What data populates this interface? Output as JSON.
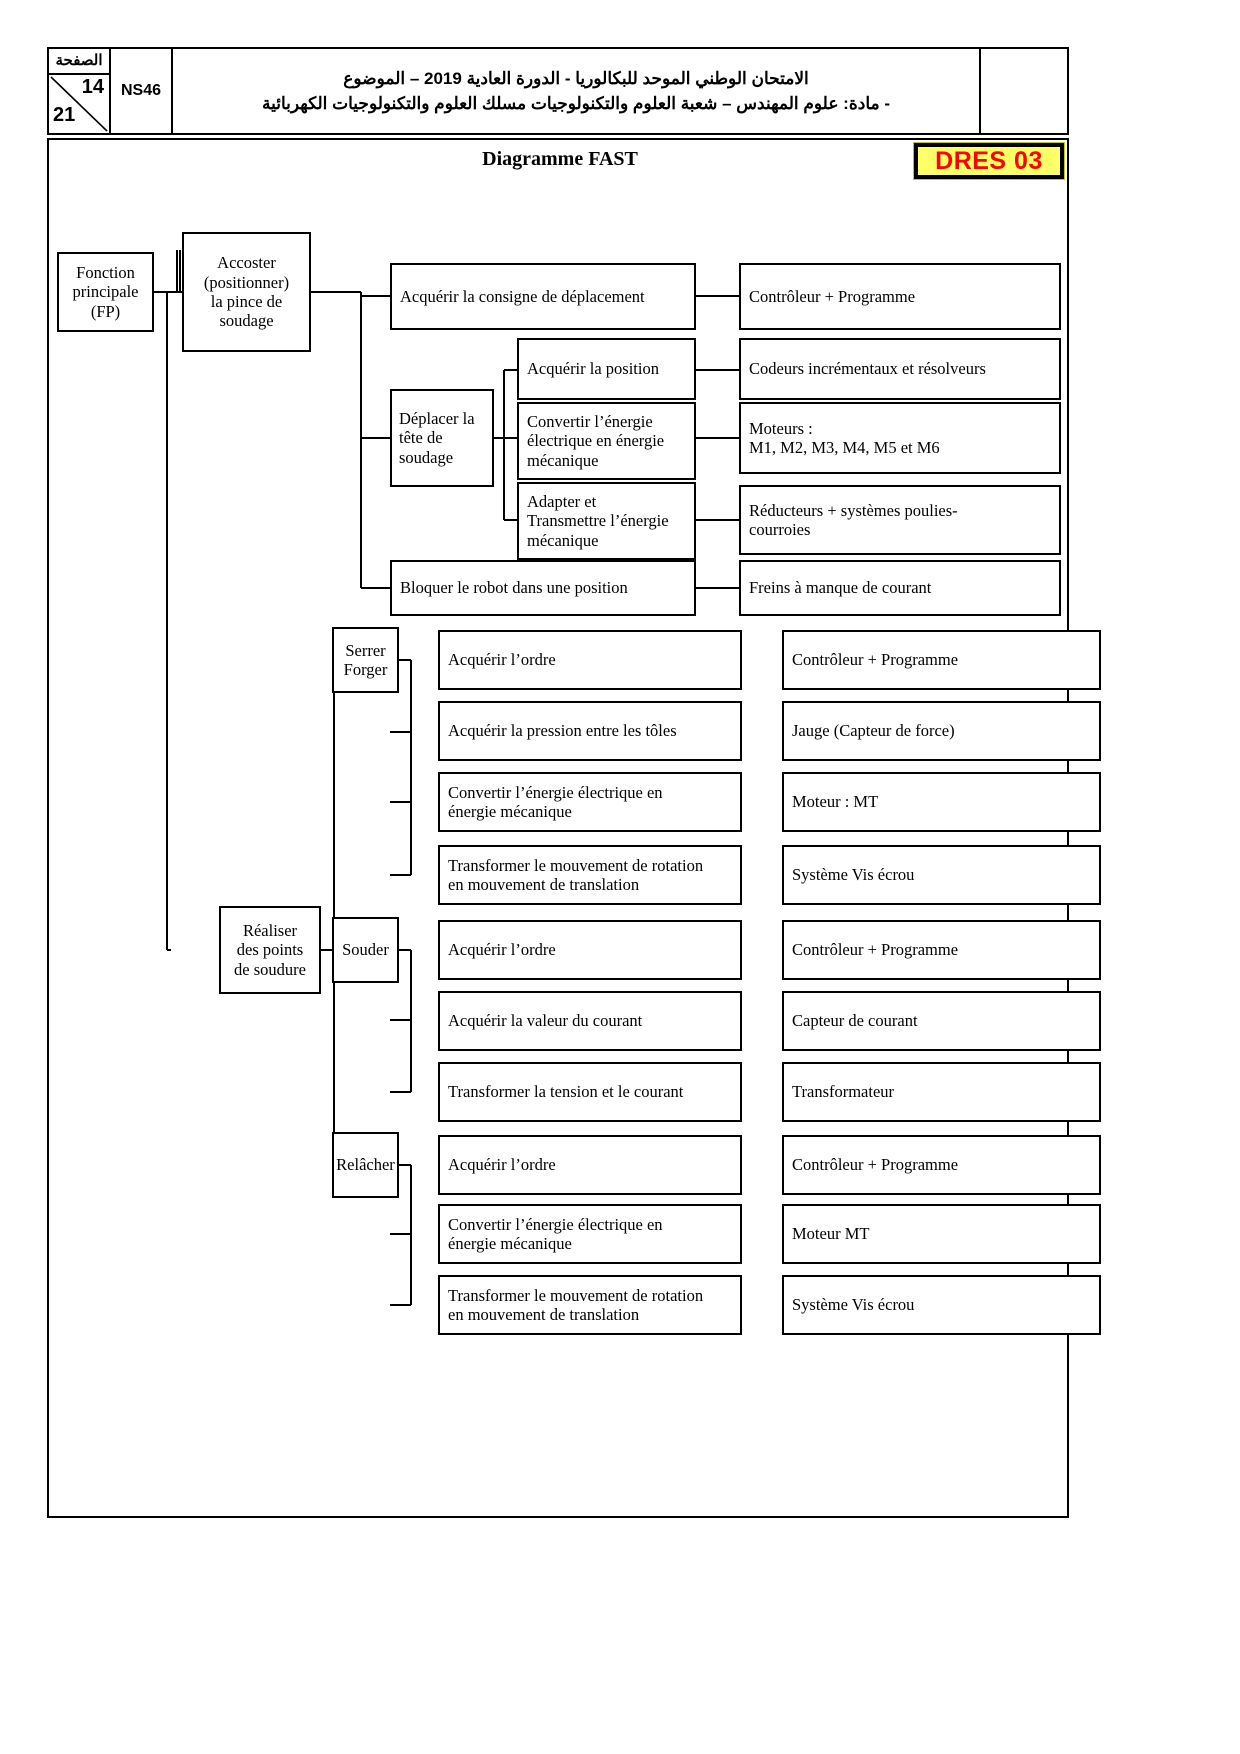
{
  "header": {
    "page_label": "الصفحة",
    "page_current": "14",
    "page_total": "21",
    "code": "NS46",
    "title_line1": "الامتحان الوطني الموحد للبكالوريا - الدورة العادية 2019 – الموضوع",
    "title_line2": "- مادة: علوم المهندس  –  شعبة العلوم والتكنولوجيات مسلك العلوم والتكنولوجيات الكهربائية"
  },
  "document": {
    "diagram_title": "Diagramme FAST",
    "badge_label": "DRES 03",
    "badge_bg": "#ffff66",
    "badge_color": "#ff0000"
  },
  "diagram": {
    "root": {
      "line1": "Fonction",
      "line2": "principale",
      "line3": "(FP)"
    },
    "branches": [
      {
        "id": "accoster",
        "label_lines": [
          "Accoster",
          "(positionner)",
          "la pince de",
          "soudage"
        ],
        "functions": [
          {
            "text_lines": [
              "Acquérir la consigne de déplacement"
            ],
            "solution_lines": [
              "Contrôleur + Programme"
            ]
          },
          {
            "text_lines": [
              "Déplacer la",
              "tête de",
              "soudage"
            ],
            "subfunctions": [
              {
                "text_lines": [
                  "Acquérir la position"
                ],
                "solution_lines": [
                  "Codeurs incrémentaux et résolveurs"
                ]
              },
              {
                "text_lines": [
                  "Convertir l’énergie",
                  "électrique en énergie",
                  "mécanique"
                ],
                "solution_lines": [
                  "Moteurs :",
                  "M1, M2, M3, M4, M5 et M6"
                ]
              },
              {
                "text_lines": [
                  "Adapter et",
                  "Transmettre l’énergie",
                  "mécanique"
                ],
                "solution_lines": [
                  "Réducteurs + systèmes poulies-",
                  "courroies"
                ]
              }
            ]
          },
          {
            "text_lines": [
              "Bloquer le robot dans une position"
            ],
            "solution_lines": [
              "Freins à manque de courant"
            ]
          }
        ]
      },
      {
        "id": "serrer-forger",
        "label_lines": [
          "Serrer",
          "Forger"
        ],
        "functions": [
          {
            "text_lines": [
              "Acquérir l’ordre"
            ],
            "solution_lines": [
              "Contrôleur + Programme"
            ]
          },
          {
            "text_lines": [
              "Acquérir la pression entre les tôles"
            ],
            "solution_lines": [
              "Jauge (Capteur de force)"
            ]
          },
          {
            "text_lines": [
              "Convertir l’énergie électrique en",
              "énergie mécanique"
            ],
            "solution_lines": [
              "Moteur : MT"
            ]
          },
          {
            "text_lines": [
              "Transformer le mouvement de rotation",
              "en mouvement de translation"
            ],
            "solution_lines": [
              "Système Vis écrou"
            ]
          }
        ]
      },
      {
        "id": "souder",
        "label_lines": [
          "Souder"
        ],
        "functions": [
          {
            "text_lines": [
              "Acquérir l’ordre"
            ],
            "solution_lines": [
              "Contrôleur + Programme"
            ]
          },
          {
            "text_lines": [
              "Acquérir la valeur du courant"
            ],
            "solution_lines": [
              "Capteur de courant"
            ]
          },
          {
            "text_lines": [
              "Transformer la tension et le courant"
            ],
            "solution_lines": [
              "Transformateur"
            ]
          }
        ]
      },
      {
        "id": "relacher",
        "label_lines": [
          "Relâcher"
        ],
        "functions": [
          {
            "text_lines": [
              "Acquérir l’ordre"
            ],
            "solution_lines": [
              "Contrôleur + Programme"
            ]
          },
          {
            "text_lines": [
              "Convertir l’énergie électrique en",
              "énergie mécanique"
            ],
            "solution_lines": [
              "Moteur MT"
            ]
          },
          {
            "text_lines": [
              "Transformer le mouvement de rotation",
              "en mouvement de translation"
            ],
            "solution_lines": [
              "Système Vis écrou"
            ]
          }
        ]
      }
    ],
    "secondary_root": {
      "line1": "Réaliser",
      "line2": "des points",
      "line3": "de soudure"
    }
  }
}
